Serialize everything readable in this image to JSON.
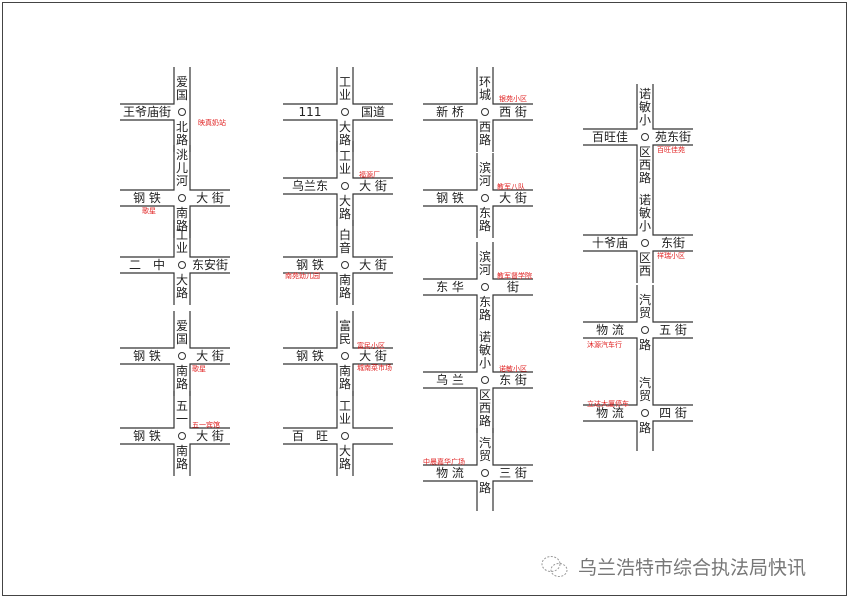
{
  "intersections": [
    {
      "north": "爱国",
      "south": "北路",
      "west": "王爷庙街",
      "east": "",
      "east_arm": false,
      "note": "映真奶站"
    },
    {
      "north": "洮儿河",
      "south": "南路",
      "west": "钢 铁",
      "east": "大 街",
      "note": "歌星"
    },
    {
      "north": "工业",
      "south": "大路",
      "west": "二　中",
      "east": "东安街",
      "note": ""
    },
    {
      "north": "爱国",
      "south": "南路",
      "west": "钢 铁",
      "east": "大 街",
      "note": "歌星"
    },
    {
      "north": "五一",
      "south": "南路",
      "west": "钢 铁",
      "east": "大 街",
      "note": "五一宾馆"
    },
    {
      "north": "工业",
      "south": "大路",
      "west": "111",
      "east": "国道",
      "note": ""
    },
    {
      "north": "工业",
      "south": "大路",
      "west": "乌兰东",
      "east": "大 街",
      "note": "福源厂"
    },
    {
      "north": "白音",
      "south": "南路",
      "west": "钢 铁",
      "east": "大 街",
      "note": "南苑幼儿园"
    },
    {
      "north": "富民",
      "south": "南路",
      "west": "钢 铁",
      "east": "大 街",
      "note": "富民小区",
      "note2": "城南菜市场"
    },
    {
      "north": "工业",
      "south": "大路",
      "west": "百　旺",
      "east": "",
      "note": ""
    },
    {
      "north": "环城",
      "south": "西路",
      "west": "新 桥",
      "east": "西 街",
      "note": "银苑小区"
    },
    {
      "north": "滨河",
      "south": "东路",
      "west": "钢 铁",
      "east": "大 街",
      "note": "教军八队"
    },
    {
      "north": "滨河",
      "south": "东路",
      "west": "东 华",
      "east": "街",
      "note": "教军督学院"
    },
    {
      "north": "诺敏小",
      "south": "区西路",
      "west": "乌 兰",
      "east": "东 街",
      "note": "诺敏小区"
    },
    {
      "north": "汽贸",
      "south": "路",
      "west": "物 流",
      "east": "三 街",
      "note": "中晨嘉华广场"
    },
    {
      "north": "诺敏小",
      "south": "区西路",
      "west": "百旺佳",
      "east": "苑东街",
      "note": "百旺佳苑"
    },
    {
      "north": "诺敏小",
      "south": "区西",
      "west": "十爷庙",
      "east": "东街",
      "note": "祥瑞小区"
    },
    {
      "north": "汽贸",
      "south": "路",
      "west": "物 流",
      "east": "五 街",
      "note": "沐源汽车行"
    },
    {
      "north": "汽贸",
      "south": "路",
      "west": "物 流",
      "east": "四 街",
      "note": "立达大厦停车"
    }
  ],
  "watermark": {
    "icon": "wechat-icon",
    "text": "乌兰浩特市综合执法局快讯"
  },
  "colors": {
    "road": "#333333",
    "note": "#e02020"
  }
}
